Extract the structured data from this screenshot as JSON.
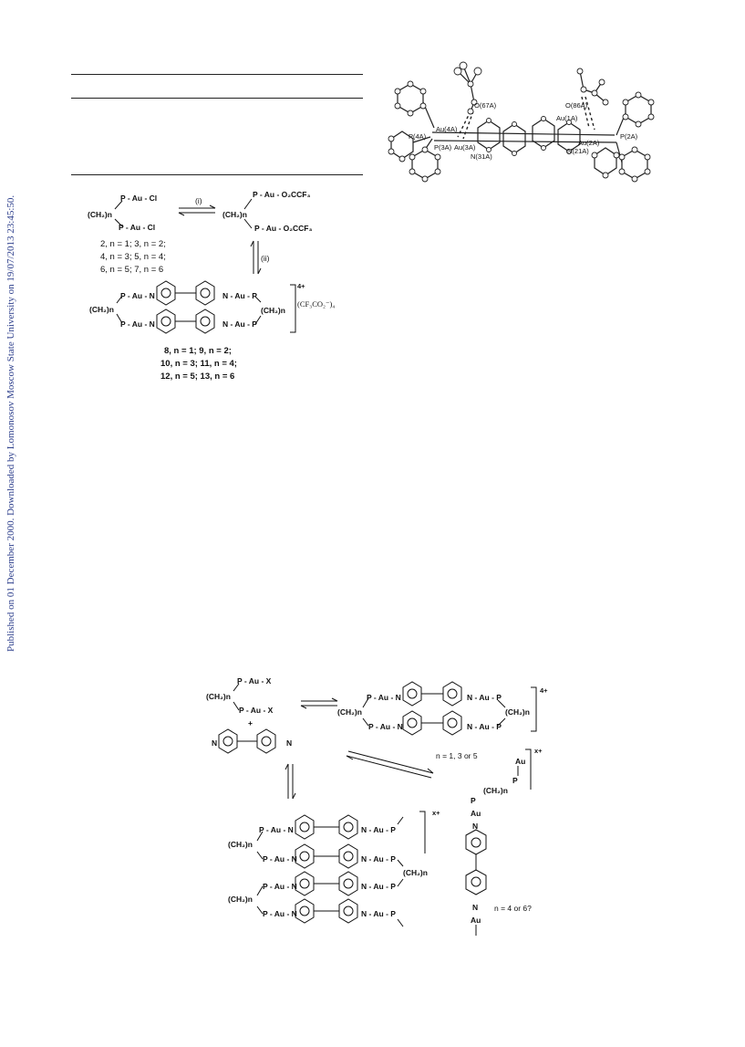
{
  "sidebar": {
    "text": "Published on 01 December 2000. Downloaded by Lomonosov Moscow State University on 19/07/2013 23:45:50."
  },
  "crystal": {
    "labels": [
      "O(67A)",
      "O(86A)",
      "Au(4A)",
      "Au(1A)",
      "P(4A)",
      "P(3A)",
      "Au(3A)",
      "N(31A)",
      "N(21A)",
      "Au(2A)",
      "P(2A)"
    ]
  },
  "scheme1": {
    "cl_top": "P - Au - Cl",
    "cl_bot": "P - Au - Cl",
    "ch2n": "(CH₂)n",
    "step_i": "(i)",
    "step_ii": "(ii)",
    "tfa_top": "P - Au - O₂CCF₃",
    "tfa_bot": "P - Au - O₂CCF₃",
    "cmpd_line1": "2, n = 1; 3, n = 2;",
    "cmpd_line2": "4, n = 3; 5, n = 4;",
    "cmpd_line3": "6, n = 5; 7, n = 6",
    "charge": "4+",
    "counterion": "(CF₃CO₂⁻)₄",
    "ring_top_left": "P - Au - N",
    "ring_top_right": "N - Au - P",
    "ring_bot_left": "P - Au - N",
    "ring_bot_right": "N - Au - P",
    "prod_line1": "8, n = 1;   9, n = 2;",
    "prod_line2": "10, n = 3; 11, n = 4;",
    "prod_line3": "12, n = 5; 13, n = 6"
  },
  "scheme2": {
    "x_top": "P - Au - X",
    "x_bot": "P - Au - X",
    "ch2n": "(CH₂)n",
    "plus": "+",
    "n": "N",
    "charge4": "4+",
    "cond_macro": "n = 1, 3 or 5",
    "chargex": "x+",
    "au": "Au",
    "p": "P",
    "cond_polymer": "n = 4 or 6?",
    "pau_n": "P - Au - N",
    "n_aup": "N - Au - P"
  }
}
